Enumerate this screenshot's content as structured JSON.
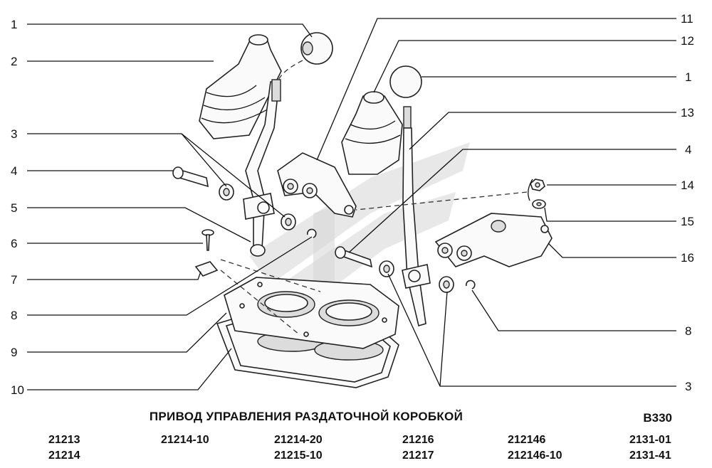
{
  "title": "ПРИВОД УПРАВЛЕНИЯ РАЗДАТОЧНОЙ КОРОБКОЙ",
  "drawing_code": "В330",
  "callouts_left": [
    "1",
    "2",
    "3",
    "4",
    "5",
    "6",
    "7",
    "8",
    "9",
    "10"
  ],
  "callouts_right": [
    "11",
    "12",
    "1",
    "13",
    "4",
    "14",
    "15",
    "16",
    "8",
    "3"
  ],
  "models": [
    [
      "21213",
      "21214"
    ],
    [
      "21214-10",
      ""
    ],
    [
      "21214-20",
      "21215-10"
    ],
    [
      "21216",
      "21217"
    ],
    [
      "212146",
      "212146-10"
    ],
    [
      "2131-01",
      "2131-41"
    ]
  ]
}
